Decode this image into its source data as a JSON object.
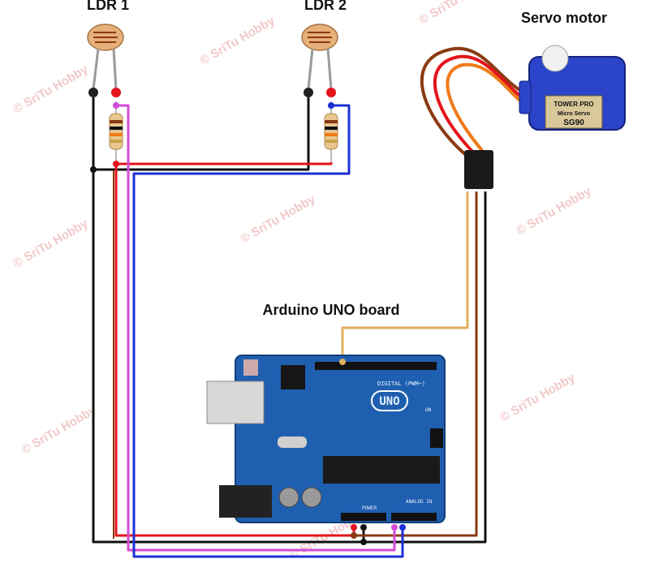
{
  "labels": {
    "ldr1": "LDR 1",
    "ldr2": "LDR 2",
    "servo": "Servo motor",
    "arduino": "Arduino UNO board"
  },
  "servo_markings": {
    "brand": "TOWER PRO",
    "model_line": "Micro Servo",
    "model": "SG90"
  },
  "board_markings": {
    "logo": "UNO",
    "digital": "DIGITAL (PWM~)",
    "power": "POWER",
    "analog": "ANALOG IN",
    "on": "ON"
  },
  "watermark": "© SriTu Hobby",
  "wire_colors": {
    "black": "#111111",
    "red": "#e3141b",
    "blue": "#1d2fd6",
    "magenta": "#d34bd6",
    "brown": "#8a3a12",
    "orange": "#f07a1a",
    "signal": "#e0b060"
  },
  "board_color": "#1f5fb0"
}
